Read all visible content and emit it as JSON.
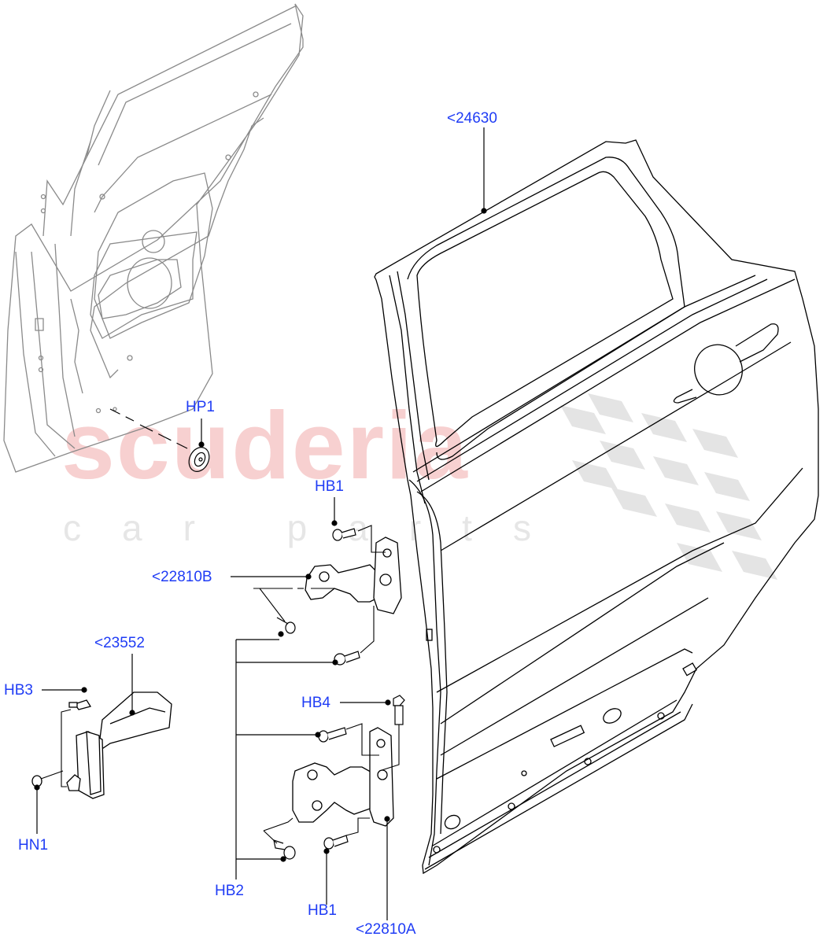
{
  "diagram": {
    "subject": "Rear door shell, hinges and check strap exploded parts diagram",
    "watermark": {
      "main": "scuderia",
      "sub": "car parts",
      "main_color": "#f7d0d0",
      "sub_color": "#e6e6e6"
    },
    "label_color": "#1f3cf5",
    "line_color": "#000000",
    "callouts": [
      {
        "id": "24630",
        "text": "<24630",
        "part": "rear door shell"
      },
      {
        "id": "HP1",
        "text": "HP1",
        "part": "plug / grommet"
      },
      {
        "id": "HB1_top",
        "text": "HB1",
        "part": "hinge bolt (upper)"
      },
      {
        "id": "22810B",
        "text": "<22810B",
        "part": "upper door hinge"
      },
      {
        "id": "23552",
        "text": "<23552",
        "part": "door check strap"
      },
      {
        "id": "HB3",
        "text": "HB3",
        "part": "check strap bolt"
      },
      {
        "id": "HN1",
        "text": "HN1",
        "part": "check strap nut"
      },
      {
        "id": "HB4",
        "text": "HB4",
        "part": "hinge pin bolt"
      },
      {
        "id": "HB2",
        "text": "HB2",
        "part": "hinge-to-body bolts"
      },
      {
        "id": "HB1_bottom",
        "text": "HB1",
        "part": "hinge bolt (lower)"
      },
      {
        "id": "22810A",
        "text": "<22810A",
        "part": "lower door hinge"
      }
    ]
  }
}
